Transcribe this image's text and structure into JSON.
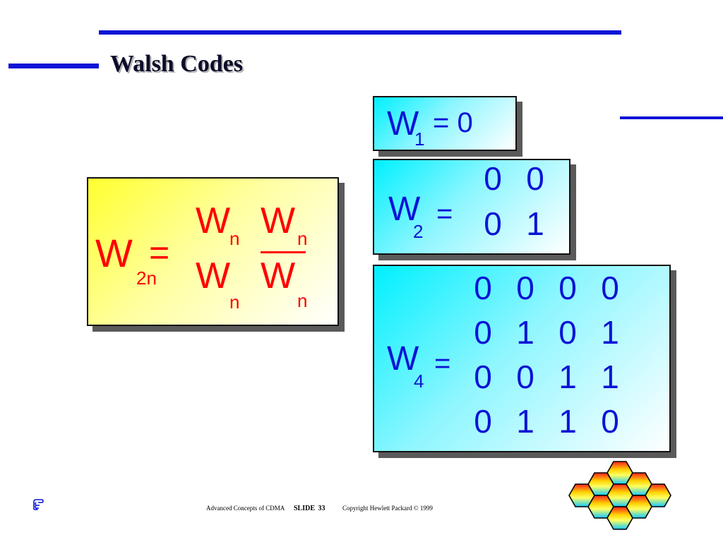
{
  "title": "Walsh Codes",
  "colors": {
    "rule": "#0a14d6",
    "matrix_text": "#0a14d6",
    "formula_text": "#ff0000"
  },
  "w1": {
    "base": "W",
    "sub": "1",
    "eq": "= 0"
  },
  "w2": {
    "base": "W",
    "sub": "2",
    "eq": "=",
    "rows": [
      [
        "0",
        "0"
      ],
      [
        "0",
        "1"
      ]
    ]
  },
  "w4": {
    "base": "W",
    "sub": "4",
    "eq": "=",
    "rows": [
      [
        "0",
        "0",
        "0",
        "0"
      ],
      [
        "0",
        "1",
        "0",
        "1"
      ],
      [
        "0",
        "0",
        "1",
        "1"
      ],
      [
        "0",
        "1",
        "1",
        "0"
      ]
    ]
  },
  "formula": {
    "base": "W",
    "sub": "2n",
    "eq": "=",
    "cell_base": "W",
    "cell_sub": "n"
  },
  "footer": {
    "course": "Advanced Concepts of CDMA",
    "slide_label": "SLIDE",
    "slide_number": "33",
    "copyright": "Copyright Hewlett Packard © 1999"
  },
  "icons": {
    "bottom_left": "pointing-hand-icon",
    "logo": "honeycomb-logo"
  }
}
